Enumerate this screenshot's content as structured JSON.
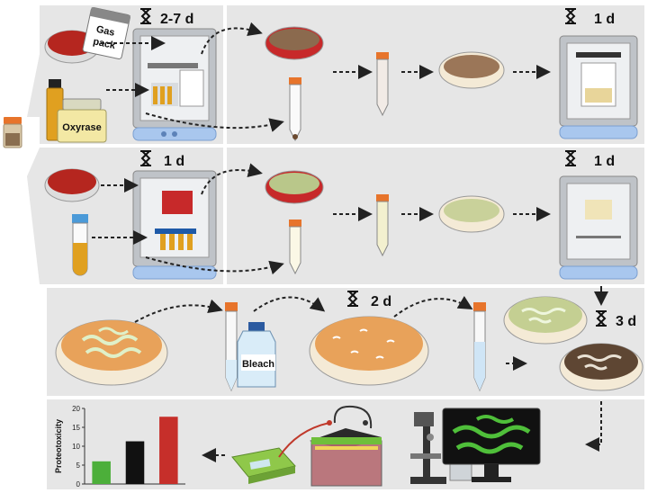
{
  "timers": {
    "row1_incubate": "2-7 d",
    "row1_final": "1 d",
    "row2_incubate": "1 d",
    "row2_final": "1 d",
    "row3_growth": "2 d",
    "row3_plate": "3 d"
  },
  "labels": {
    "gas_pack": "Gas\npack",
    "oxyrase": "Oxyrase",
    "bleach": "Bleach"
  },
  "chart_data": {
    "type": "bar",
    "ylabel": "Proteotoxicity",
    "ylim": [
      0,
      20
    ],
    "yticks": [
      0,
      5,
      10,
      15,
      20
    ],
    "categories": [
      "",
      "",
      ""
    ],
    "values": [
      6,
      11.3,
      17.8
    ],
    "colors": [
      "#4caf3a",
      "#111111",
      "#c62f2a"
    ]
  },
  "colors": {
    "panel_bg": "#e6e6e6",
    "agar_red": "#b5261f",
    "lawn_brown": "#8b6a4e",
    "lawn_green": "#b9c78a",
    "worm_plate": "#e8a25a",
    "tube_cap": "#e7742b",
    "bleach_cap": "#2b5aa0"
  }
}
